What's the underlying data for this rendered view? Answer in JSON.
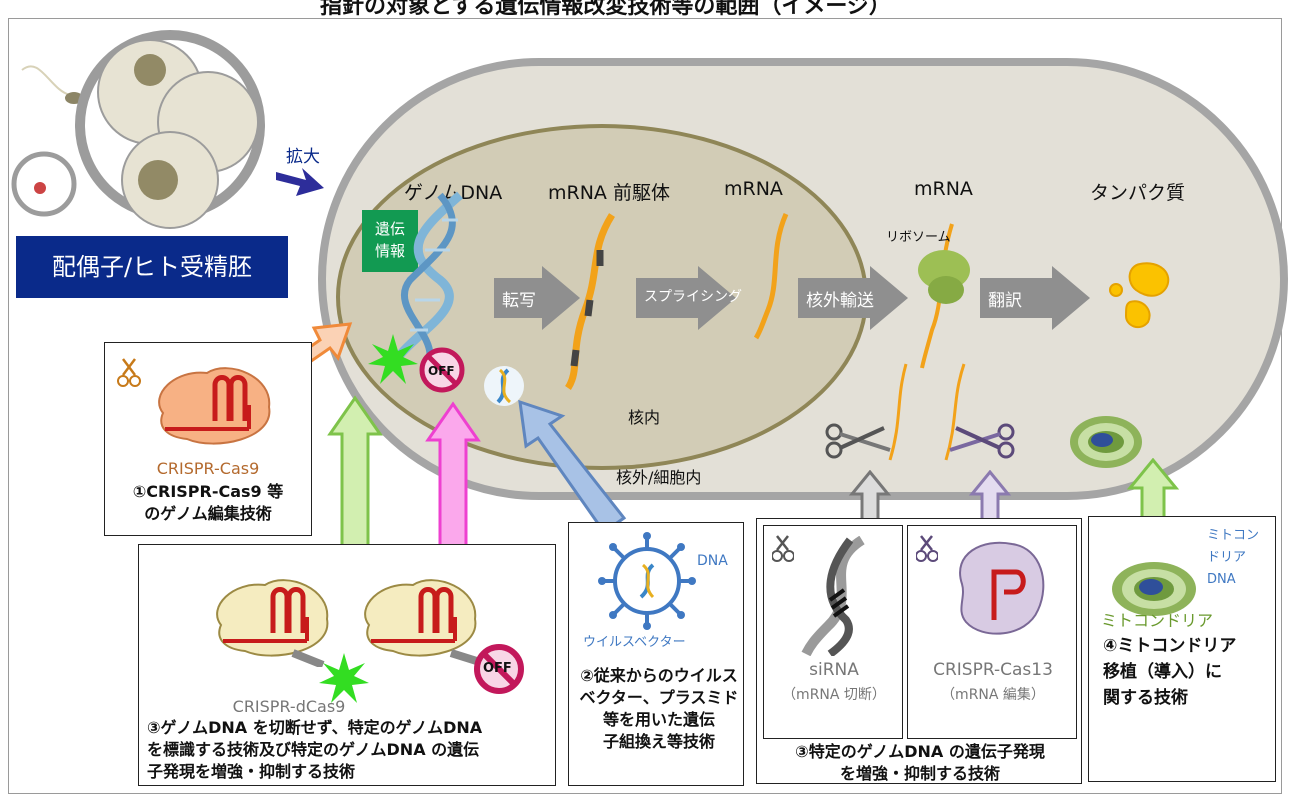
{
  "title": "指針の対象とする遺伝情報改変技術等の範囲（イメージ）",
  "gamete_label": "配偶子/ヒト受精胚",
  "enlarge_label": "拡大",
  "genetic_info_label": "遺伝\n情報",
  "stages": {
    "genome_dna": "ゲノムDNA",
    "pre_mrna": "mRNA 前駆体",
    "mrna1": "mRNA",
    "mrna2": "mRNA",
    "protein": "タンパク質"
  },
  "process_arrows": [
    "転写",
    "スプライシング",
    "核外輸送",
    "翻訳"
  ],
  "ribosome_label": "リボソーム",
  "nucleus_label": "核内",
  "cytoplasm_label": "核外/細胞内",
  "off_label": "OFF",
  "box1": {
    "name": "CRISPR-Cas9",
    "caption": "①CRISPR-Cas9 等\nのゲノム編集技術"
  },
  "box2": {
    "name": "CRISPR-dCas9",
    "caption": "③ゲノムDNA を切断せず、特定のゲノムDNA\nを標識する技術及び特定のゲノムDNA の遺伝\n子発現を増強・抑制する技術"
  },
  "box3": {
    "dna_label": "DNA",
    "virus_label": "ウイルスベクター",
    "caption": "②従来からのウイルス\nベクター、プラスミド\n等を用いた遺伝\n子組換え等技術"
  },
  "box4": {
    "sirna": "siRNA",
    "sirna_note": "（mRNA 切断）",
    "cas13": "CRISPR-Cas13",
    "cas13_note": "（mRNA 編集）",
    "caption": "③特定のゲノムDNA の遺伝子発現\nを増強・抑制する技術"
  },
  "box5": {
    "mito_dna_label": "ミトコン\nドリア\nDNA",
    "mito_label": "ミトコンドリア",
    "caption": "④ミトコンドリア\n移植（導入）に\n関する技術"
  },
  "colors": {
    "navy": "#0a2a8a",
    "green": "#129a52",
    "orange": "#f49d5a",
    "pink": "#f56ad8",
    "blue": "#6f96c9",
    "lightgreen": "#b9df97",
    "grey": "#8f8f8f"
  }
}
